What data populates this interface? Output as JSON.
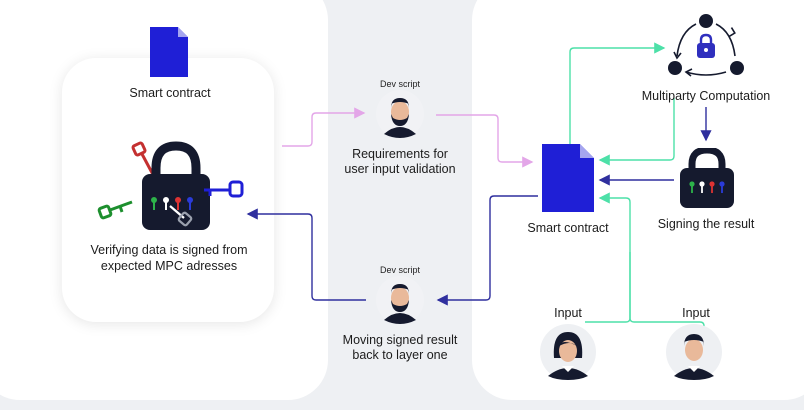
{
  "left": {
    "doc_label": "Smart contract",
    "verify_line1": "Verifying data is signed from",
    "verify_line2": "expected MPC adresses"
  },
  "dev_top": {
    "caption": "Dev script",
    "line1": "Requirements for",
    "line2": "user input validation"
  },
  "dev_bottom": {
    "caption": "Dev script",
    "line1": "Moving signed result",
    "line2": "back to layer one"
  },
  "right": {
    "mpc_label": "Multiparty Computation",
    "contract_label": "Smart contract",
    "sign_label": "Signing the result",
    "input_left": "Input",
    "input_right": "Input"
  },
  "colors": {
    "blue": "#1f1fd6",
    "green": "#4de0a8",
    "pink": "#e3a6e8",
    "navy": "#2f2f9e",
    "lock": "#151a2e"
  },
  "icons": [
    "document-icon",
    "padlock-icon",
    "key-icon",
    "avatar-icon",
    "mpc-cycle-icon"
  ]
}
